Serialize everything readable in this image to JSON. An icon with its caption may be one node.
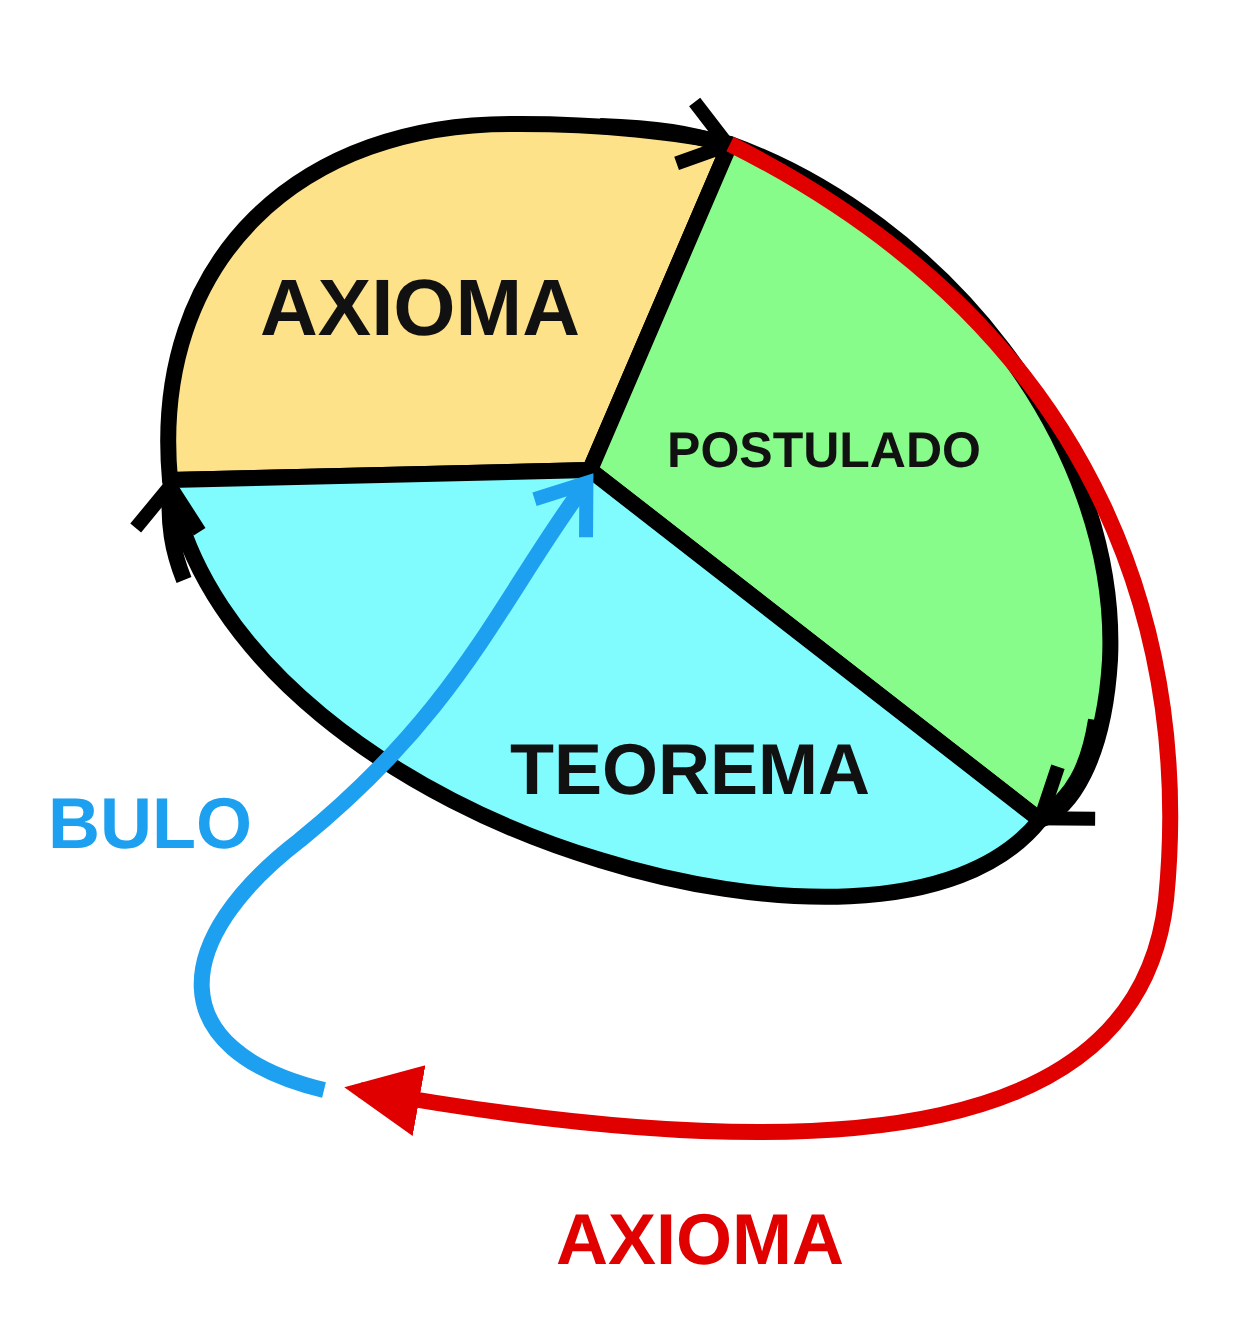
{
  "diagram": {
    "nodes": [
      {
        "text": [
          "AXIOMA"
        ]
      },
      {
        "text": [
          "POSTULADO"
        ]
      },
      {
        "text": [
          "TEOREMA"
        ]
      }
    ],
    "edges": [
      {
        "from": 0,
        "to": 1,
        "arrow": "to"
      },
      {
        "from": 1,
        "to": 2,
        "arrow": "to"
      },
      {
        "from": 2,
        "to": 0,
        "arrow": "to"
      },
      {
        "from": 1,
        "to": null,
        "arrow": "to",
        "label": "AXIOMA",
        "color": "#e00000"
      },
      {
        "from": null,
        "to": 2,
        "arrow": "to",
        "label": "BULO",
        "color": "#1ea0f0"
      }
    ]
  }
}
